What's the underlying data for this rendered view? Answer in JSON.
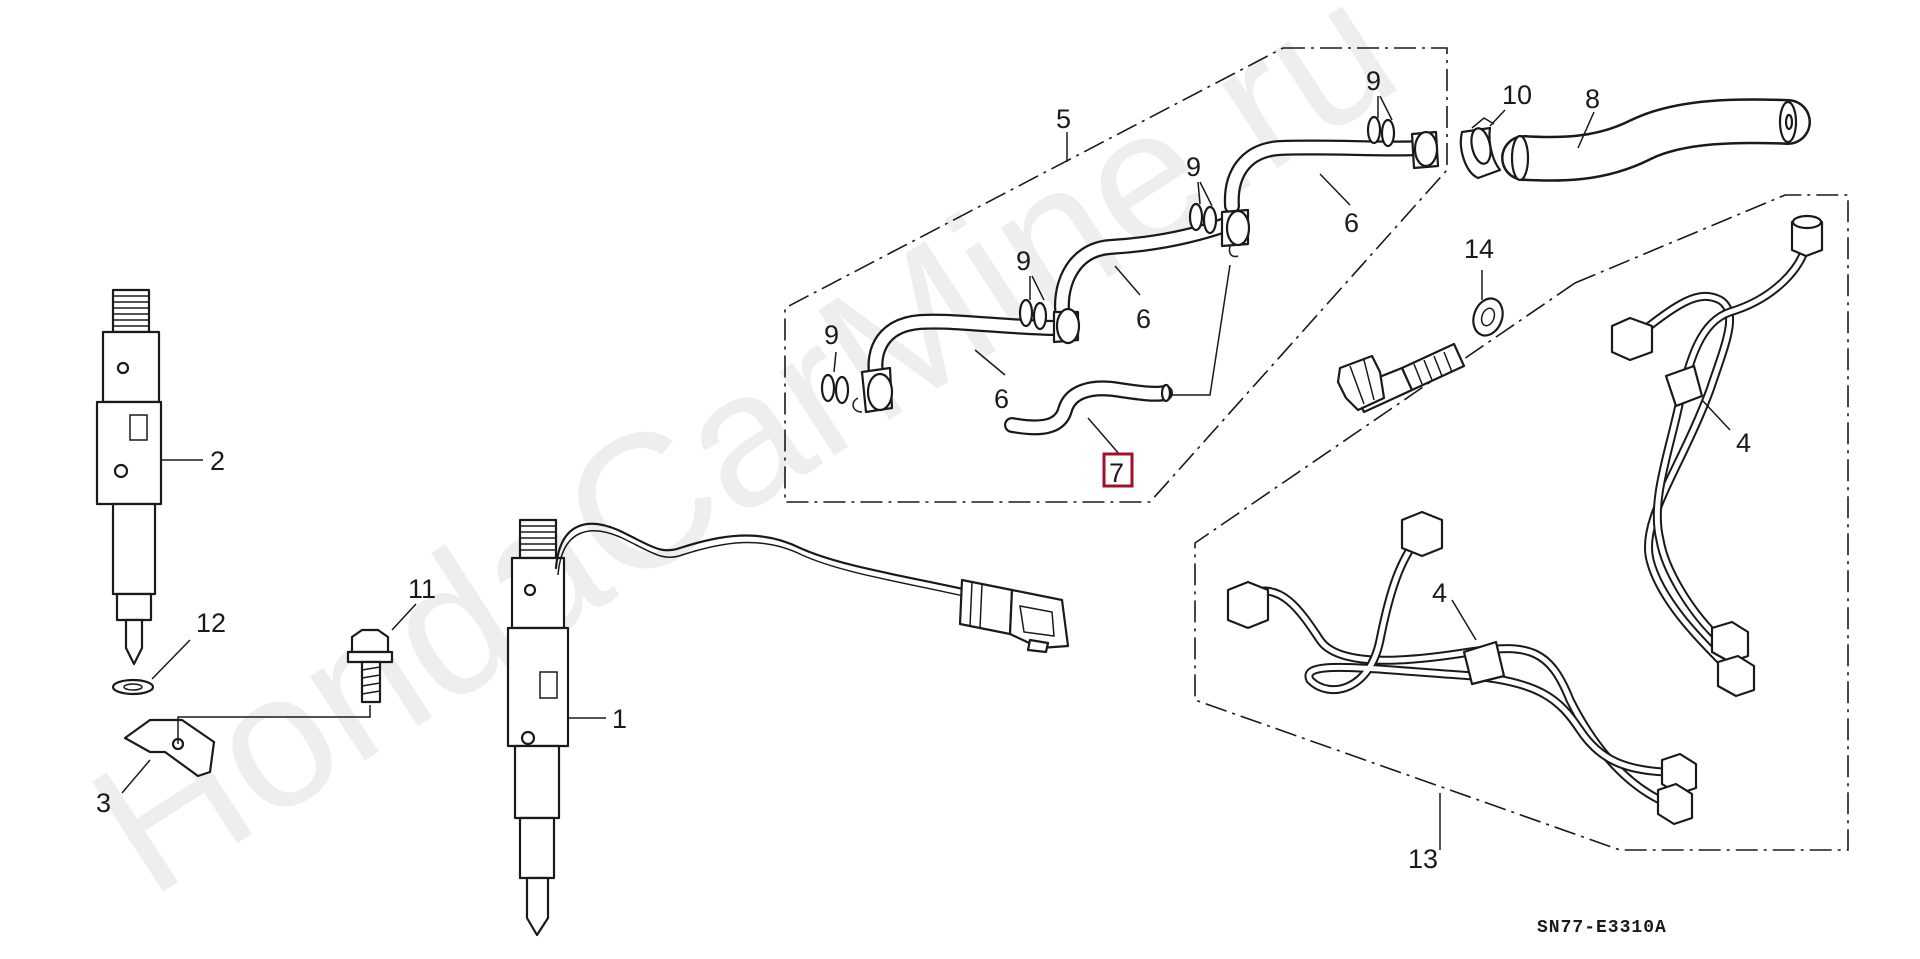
{
  "watermark": "HondaCarMine.ru",
  "diagram_code": "SN77-E3310A",
  "highlight_color": "#a0102a",
  "callouts": [
    {
      "id": "c1",
      "text": "1"
    },
    {
      "id": "c2",
      "text": "2"
    },
    {
      "id": "c3",
      "text": "3"
    },
    {
      "id": "c4a",
      "text": "4"
    },
    {
      "id": "c4b",
      "text": "4"
    },
    {
      "id": "c5",
      "text": "5"
    },
    {
      "id": "c6a",
      "text": "6"
    },
    {
      "id": "c6b",
      "text": "6"
    },
    {
      "id": "c6c",
      "text": "6"
    },
    {
      "id": "c7",
      "text": "7"
    },
    {
      "id": "c8",
      "text": "8"
    },
    {
      "id": "c9a",
      "text": "9"
    },
    {
      "id": "c9b",
      "text": "9"
    },
    {
      "id": "c9c",
      "text": "9"
    },
    {
      "id": "c9d",
      "text": "9"
    },
    {
      "id": "c10",
      "text": "10"
    },
    {
      "id": "c11",
      "text": "11"
    },
    {
      "id": "c12",
      "text": "12"
    },
    {
      "id": "c13",
      "text": "13"
    },
    {
      "id": "c14",
      "text": "14"
    }
  ]
}
